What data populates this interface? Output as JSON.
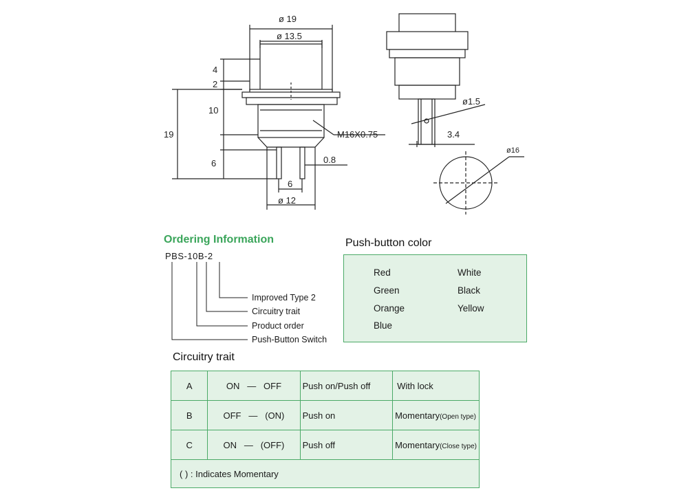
{
  "drawing": {
    "dims": {
      "d19": "ø 19",
      "d13_5": "ø 13.5",
      "h4": "4",
      "h2": "2",
      "h10": "10",
      "h19": "19",
      "h6": "6",
      "thread": "M16X0.75",
      "pin_w": "0.8",
      "pitch": "6",
      "d12": "ø 12",
      "d1_5": "ø1.5",
      "off3_4": "3.4",
      "d16": "ø16"
    }
  },
  "ordering": {
    "title": "Ordering Information",
    "code_parts": [
      "PBS",
      "-",
      "10",
      "B",
      "-",
      "2"
    ],
    "labels": [
      "Improved Type 2",
      "Circuitry trait",
      "Product order",
      "Push-Button Switch"
    ]
  },
  "colors": {
    "title": "Push-button color",
    "items": [
      "Red",
      "White",
      "Green",
      "Black",
      "Orange",
      "Yellow",
      "Blue"
    ]
  },
  "circuitry": {
    "title": "Circuitry trait",
    "rows": [
      {
        "code": "A",
        "left": "ON",
        "dash": "—",
        "right": "OFF",
        "function": "Push on/Push off",
        "type": "With lock",
        "sub": ""
      },
      {
        "code": "B",
        "left": "OFF",
        "dash": "—",
        "right": "(ON)",
        "function": "Push on",
        "type": "Momentary",
        "sub": "(Open type)"
      },
      {
        "code": "C",
        "left": "ON",
        "dash": "—",
        "right": "(OFF)",
        "function": "Push off",
        "type": "Momentary",
        "sub": "(Close type)"
      }
    ],
    "note": "( ) : Indicates Momentary"
  },
  "palette": {
    "accent": "#3aa55a",
    "fill": "#e3f2e6",
    "border": "#4aa966"
  }
}
